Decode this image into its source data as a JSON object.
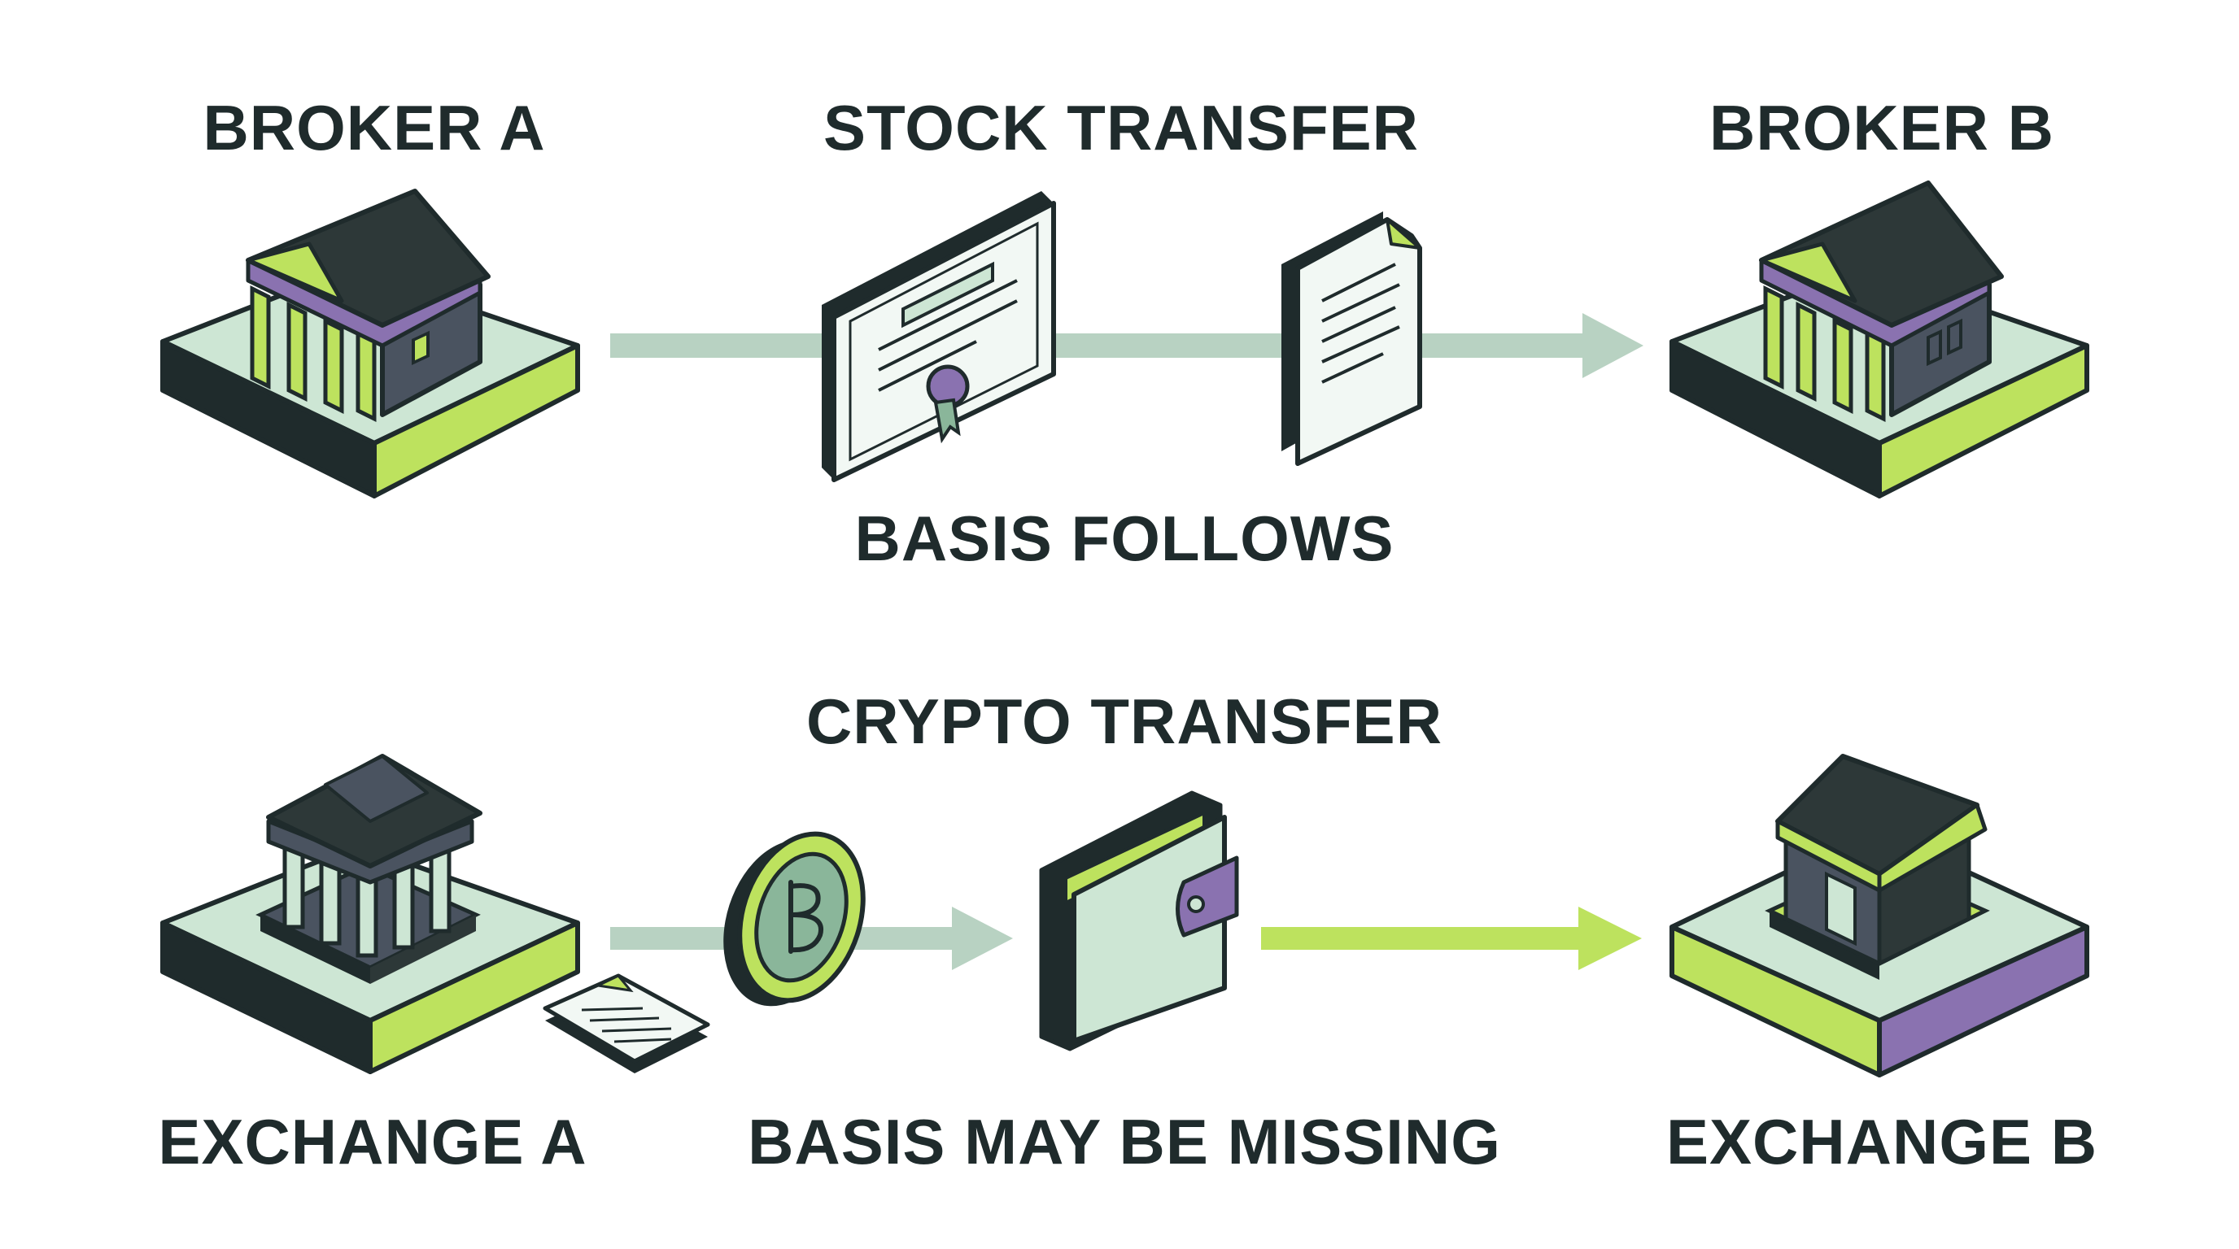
{
  "labels": {
    "broker_a": "BROKER A",
    "stock_transfer": "STOCK TRANSFER",
    "broker_b": "BROKER B",
    "basis_follows": "BASIS FOLLOWS",
    "crypto_transfer": "CRYPTO TRANSFER",
    "exchange_a": "EXCHANGE A",
    "basis_may_be_missing": "BASIS MAY BE MISSING",
    "exchange_b": "EXCHANGE B"
  },
  "colors": {
    "ink": "#1f2b2c",
    "mint": "#cde6d4",
    "lime": "#bde25e",
    "purple": "#8a72b0",
    "slate": "#4a5360",
    "arrow_grey": "#b8d2c2",
    "paper": "#f2f8f4"
  },
  "icons": [
    "bank-building-icon",
    "stock-certificate-icon",
    "document-icon",
    "crypto-coin-icon",
    "wallet-icon",
    "house-icon",
    "arrow-right-icon"
  ]
}
